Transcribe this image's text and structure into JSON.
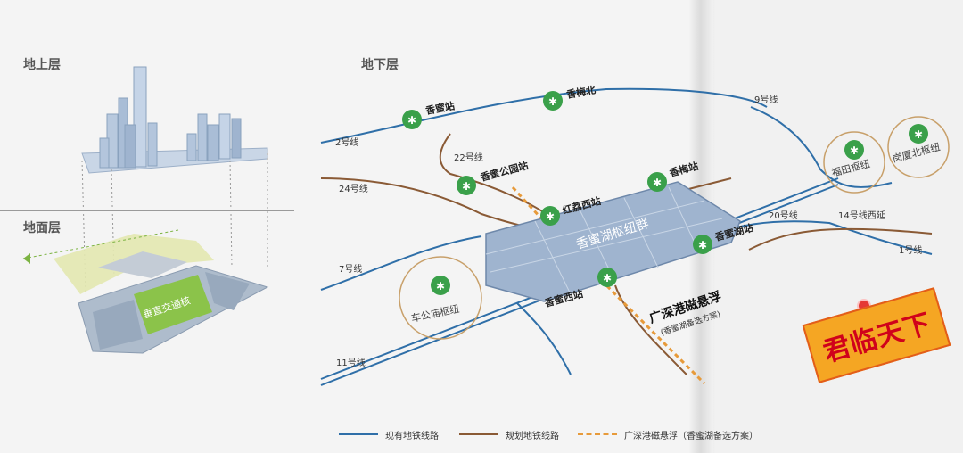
{
  "sections": {
    "above": "地上层",
    "ground": "地面层",
    "under": "地下层"
  },
  "ground_label": "垂直交通核",
  "lines": {
    "l2": "2号线",
    "l22": "22号线",
    "l24": "24号线",
    "l7": "7号线",
    "l11": "11号线",
    "l9": "9号线",
    "l20": "20号线",
    "l14": "14号线西延",
    "l1": "1号线"
  },
  "stations": {
    "xiangmi": "香蜜站",
    "xiangmeibei": "香梅北",
    "xiangmigongyuan": "香蜜公园站",
    "xiangmei": "香梅站",
    "hongliwest": "红荔西站",
    "xiangmihu": "香蜜湖站",
    "xiangmiwest": "香蜜西站",
    "hub_group": "香蜜湖枢纽群",
    "futian_hub": "福田枢纽",
    "gangxia_hub": "岗厦北枢纽",
    "chegongmiao_hub": "车公庙枢纽"
  },
  "maglev": {
    "title": "广深港磁悬浮",
    "subtitle": "(香蜜湖备选方案)"
  },
  "legend": {
    "existing": "现有地铁线路",
    "planned": "规划地铁线路",
    "maglev": "广深港磁悬浮（香蜜湖备选方案）"
  },
  "stamp": "君临天下",
  "colors": {
    "existing_line": "#2f6fa8",
    "planned_line": "#8a5a35",
    "maglev_line": "#e79a3a",
    "station_green": "#3aa04a",
    "hub_fill": "#9fb4cf"
  }
}
